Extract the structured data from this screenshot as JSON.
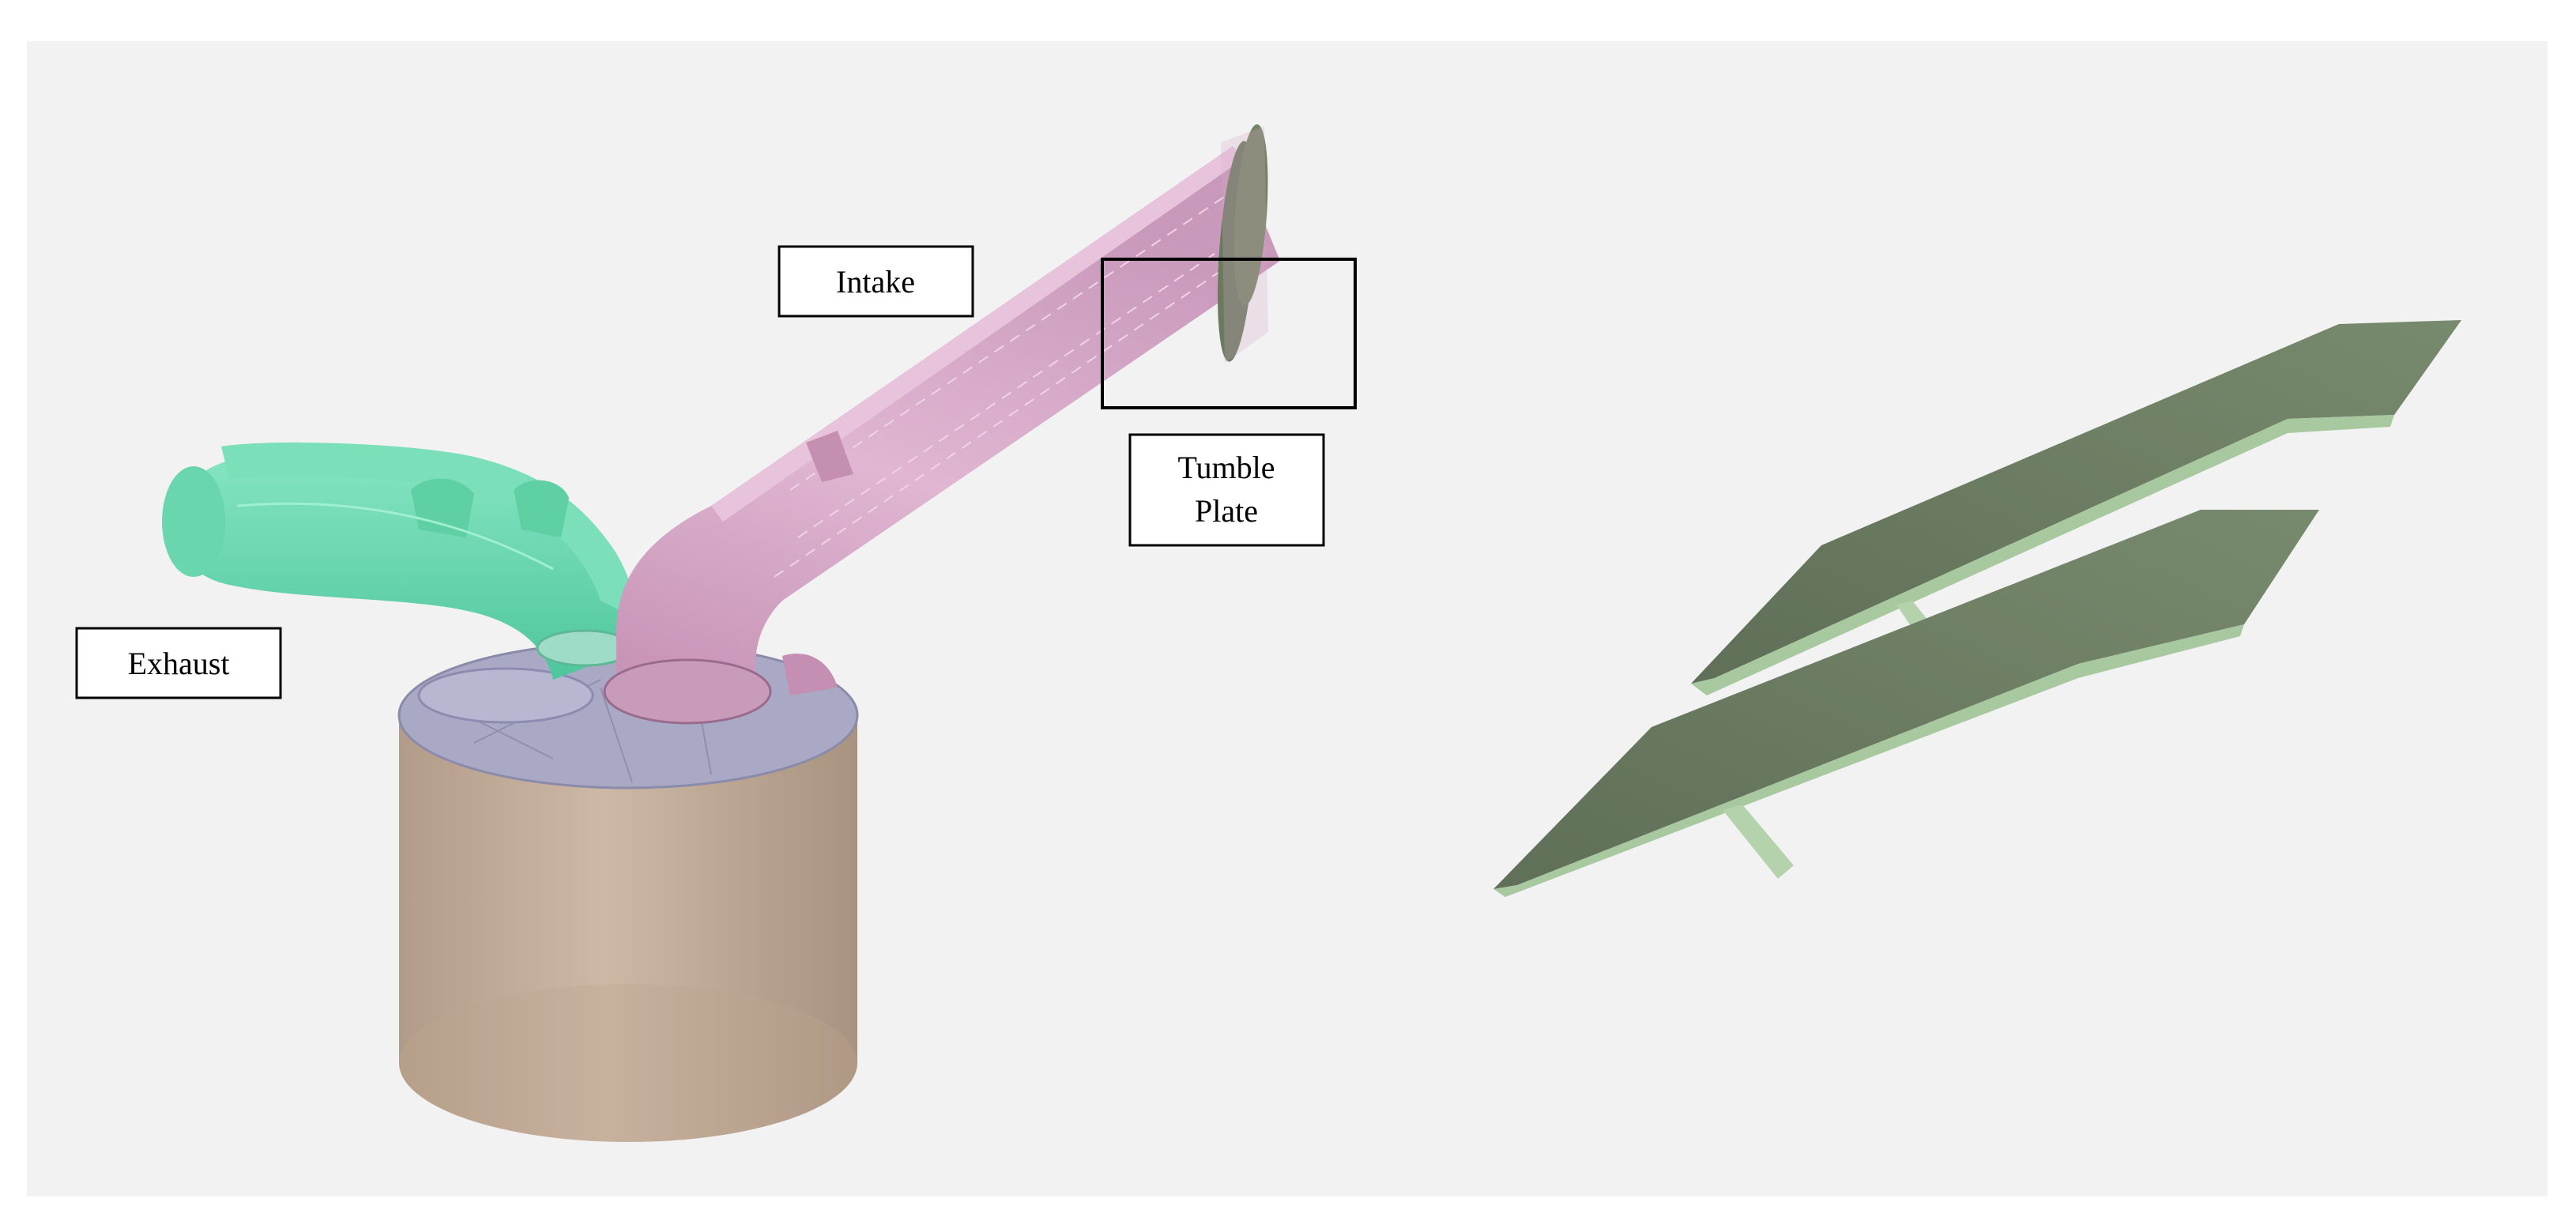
{
  "labels": {
    "intake": "Intake",
    "exhaust": "Exhaust",
    "tumble_plate_line1": "Tumble",
    "tumble_plate_line2": "Plate"
  },
  "colors": {
    "background": "#f2f2f2",
    "intake_runner": "#d8a8c8",
    "exhaust_runner": "#6fd8b0",
    "cylinder": "#c4ae9c",
    "combustion_chamber": "#a9a9c6",
    "tumble_plate": "#6e7f64",
    "tumble_plate_edge": "#a8c8a0",
    "label_border": "#000000",
    "label_fill": "#ffffff"
  }
}
